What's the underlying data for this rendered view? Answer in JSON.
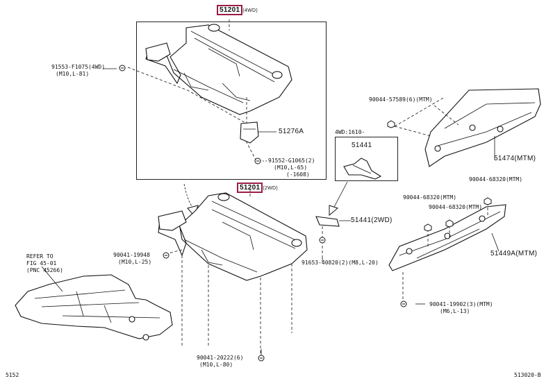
{
  "labels": {
    "top_part": "51201",
    "top_part_note": "(4WD)",
    "mid_part": "51201",
    "mid_part_note": "(2WD)",
    "bolt_left_a": "91553-F1075(4WD)",
    "bolt_left_a_note": "(M10,L-81)",
    "bracket_51276a": "51276A",
    "bolt_91552": "91552-G1065(2)",
    "bolt_91552_note1": "(M10,L-65)",
    "bolt_91552_note2": "(-1608)",
    "inset_header": "4WD:1610-",
    "inset_part": "51441",
    "part_51441_2wd": "51441(2WD)",
    "bolt_91653": "91653-40820(2)(M8,L-20)",
    "bolt_90041_19948": "90041-19948",
    "bolt_90041_19948_note": "(M10,L-25)",
    "refer_line1": "REFER TO",
    "refer_line2": "FIG 45-01",
    "refer_line3": "(PNC 45266)",
    "bolt_90041_20222": "90041-20222(6)",
    "bolt_90041_20222_note": "(M10,L-80)",
    "nut_57589": "90044-57589(6)(MTM)",
    "part_51474": "51474(MTM)",
    "nut_68320_a": "90044-68320(MTM)",
    "nut_68320_b": "90044-68320(MTM)",
    "nut_68320_c": "90044-68320(MTM)",
    "part_51449a": "51449A(MTM)",
    "bolt_90041_19902": "90041-19902(3)(MTM)",
    "bolt_90041_19902_note": "(M6,L-13)",
    "page_left": "5152",
    "page_right": "513020-B"
  },
  "colors": {
    "highlight_border": "#9b1c48",
    "line": "#111111"
  },
  "icons": [
    "bolt-icon",
    "nut-icon",
    "callout-arrow-icon"
  ]
}
